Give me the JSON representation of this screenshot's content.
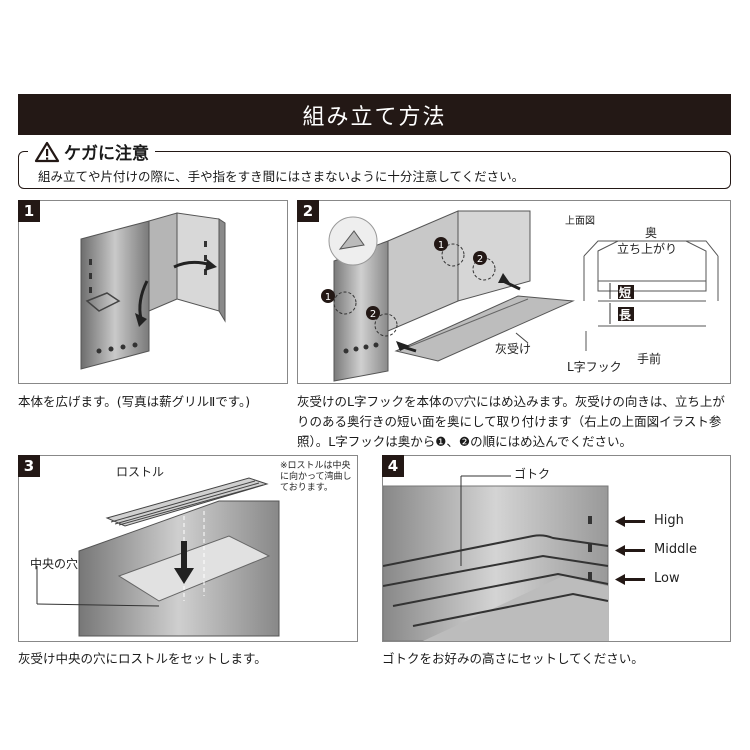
{
  "title": "組み立て方法",
  "caution": {
    "heading": "ケガに注意",
    "text": "組み立てや片付けの際に、手や指をすき間にはさまないように十分注意してください。"
  },
  "steps": [
    {
      "num": "1",
      "desc": "本体を広げます。(写真は薪グリルⅡです。)"
    },
    {
      "num": "2",
      "desc": "灰受けのL字フックを本体の▽穴にはめ込みます。灰受けの向きは、立ち上がりのある奥行きの短い面を奥にして取り付けます（右上の上面図イラスト参照）。L字フックは奥から❶、❷の順にはめ込んでください。",
      "labels": {
        "tray": "灰受け",
        "hook": "L字フック",
        "one": "1",
        "two": "2"
      },
      "diagram": {
        "title": "上面図",
        "back": "奥",
        "riser": "立ち上がり",
        "short": "短",
        "long": "長",
        "front": "手前"
      }
    },
    {
      "num": "3",
      "desc": "灰受け中央の穴にロストルをセットします。",
      "labels": {
        "rostle": "ロストル",
        "center": "中央の穴",
        "note": "※ロストルは中央に向かって湾曲しております。"
      }
    },
    {
      "num": "4",
      "desc": "ゴトクをお好みの高さにセットしてください。",
      "labels": {
        "gotoku": "ゴトク",
        "high": "High",
        "middle": "Middle",
        "low": "Low"
      }
    }
  ]
}
